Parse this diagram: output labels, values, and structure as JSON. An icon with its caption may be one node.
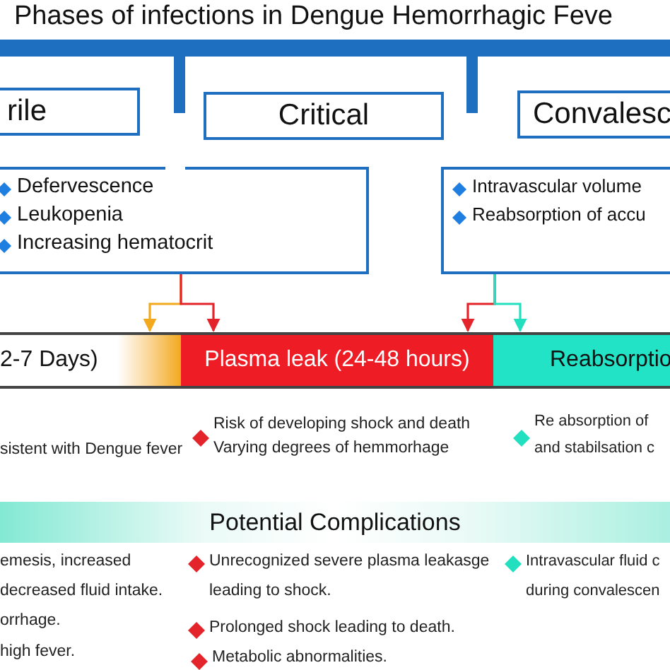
{
  "diagram": {
    "title": "Phases of infections in Dengue Hemorrhagic Feve",
    "nodes": [
      {
        "text": [
          "rile"
        ]
      },
      {
        "text": [
          "Critical"
        ]
      },
      {
        "text": [
          "Convalesc"
        ]
      },
      {
        "text": [
          "Defervescence",
          "Leukopenia",
          "Increasing hematocrit"
        ]
      },
      {
        "text": [
          "Intravascular volume",
          "Reabsorption of accu"
        ]
      },
      {
        "text": [
          "2-7 Days)"
        ]
      },
      {
        "text": [
          "Plasma leak (24-48 hours)"
        ]
      },
      {
        "text": [
          "Reabsorptio"
        ]
      },
      {
        "text": [
          "Potential Complications"
        ]
      }
    ],
    "edges": [
      {
        "from": 3,
        "to": 5,
        "arrow": "to",
        "color": "#f2a91e"
      },
      {
        "from": 3,
        "to": 6,
        "arrow": "to",
        "color": "#e3242b"
      },
      {
        "from": 4,
        "to": 6,
        "arrow": "to",
        "color": "#e3242b"
      },
      {
        "from": 4,
        "to": 7,
        "arrow": "to",
        "color": "#22dfc0"
      }
    ],
    "labels": [
      "sistent with Dengue fever",
      "Risk of developing shock and death",
      "Varying degrees of hemmorhage",
      "Re absorption of",
      "and stabilsation c",
      "emesis, increased decreased fluid intake.",
      "orrhage.",
      "high fever.",
      "Unrecognized severe plasma leakasge leading to shock.",
      "Prolonged shock leading to death.",
      "Metabolic abnormalities.",
      "Intravascular fluid c during convalescen"
    ]
  }
}
